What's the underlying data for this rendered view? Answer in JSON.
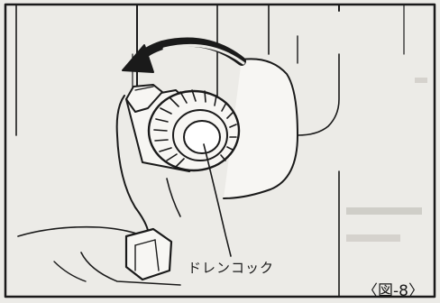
{
  "figure": {
    "callout_label": "ドレンコック",
    "figure_number": "〈図-8〉",
    "icons": [
      "rotation-arrow-icon",
      "drain-cock-knob",
      "hex-nut"
    ],
    "colors": {
      "line": "#1a1a1a",
      "paper": "#ecebe7",
      "fill": "#f7f6f3"
    }
  }
}
